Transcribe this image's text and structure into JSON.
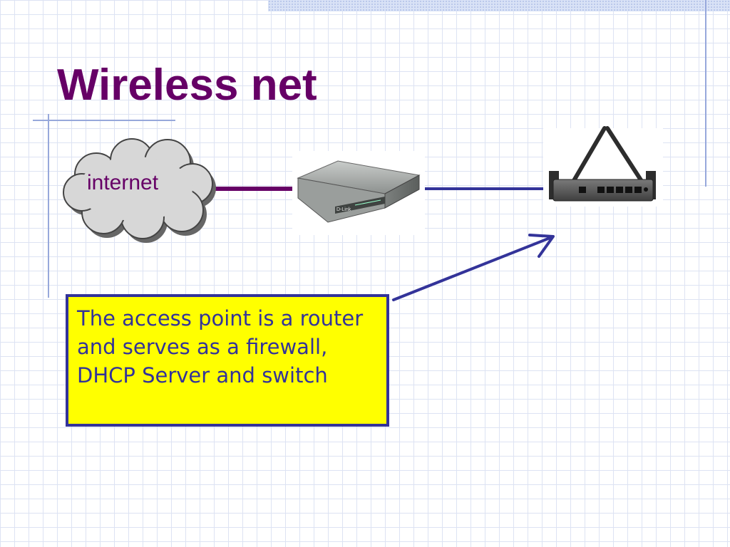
{
  "slide": {
    "title": "Wireless net"
  },
  "diagram": {
    "cloud": {
      "label": "internet",
      "icon": "cloud-icon"
    },
    "modem": {
      "brand": "D-Link",
      "icon": "modem-icon"
    },
    "access_point": {
      "icon": "wireless-router-icon"
    },
    "callout": {
      "text": "The access point is a router and serves as a firewall, DHCP Server and switch"
    }
  },
  "colors": {
    "title": "#660066",
    "cloud_to_modem_link": "#660066",
    "modem_to_router_link": "#333399",
    "callout_fill": "#ffff00",
    "callout_border": "#333399",
    "callout_text": "#333399",
    "arrow": "#333399",
    "grid": "#dde3f3",
    "accent_lines": "#97a8db"
  }
}
